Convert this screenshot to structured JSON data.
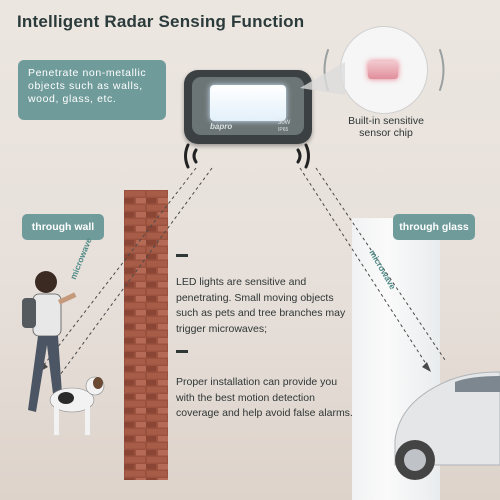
{
  "title": "Intelligent Radar Sensing Function",
  "callout": "Penetrate non-metallic objects such as walls, wood, glass, etc.",
  "light": {
    "brand": "bapro",
    "spec_watt": "30W",
    "spec_ip": "IP65"
  },
  "sensor_label": "Built-in sensitive sensor chip",
  "tags": {
    "wall": "through wall",
    "glass": "through glass"
  },
  "microwave_label": "microwave",
  "text1": "LED lights are sensitive and penetrating. Small moving objects such as pets and tree branches may trigger microwaves;",
  "text2": "Proper installation can provide you with the best motion detection coverage and help avoid false alarms.",
  "colors": {
    "accent": "#6f9b9a",
    "brick": "#8d4c3b",
    "text": "#2f3636"
  }
}
